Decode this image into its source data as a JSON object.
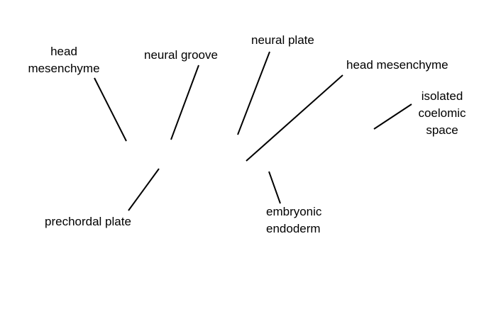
{
  "labels": {
    "head_mesenchyme_left": "head\nmesenchyme",
    "neural_groove": "neural groove",
    "neural_plate": "neural plate",
    "head_mesenchyme_right": "head mesenchyme",
    "isolated_coelomic_space": "isolated\ncoelomic\nspace",
    "prechordal_plate": "prechordal plate",
    "embryonic_endoderm": "embryonic\nendoderm"
  }
}
